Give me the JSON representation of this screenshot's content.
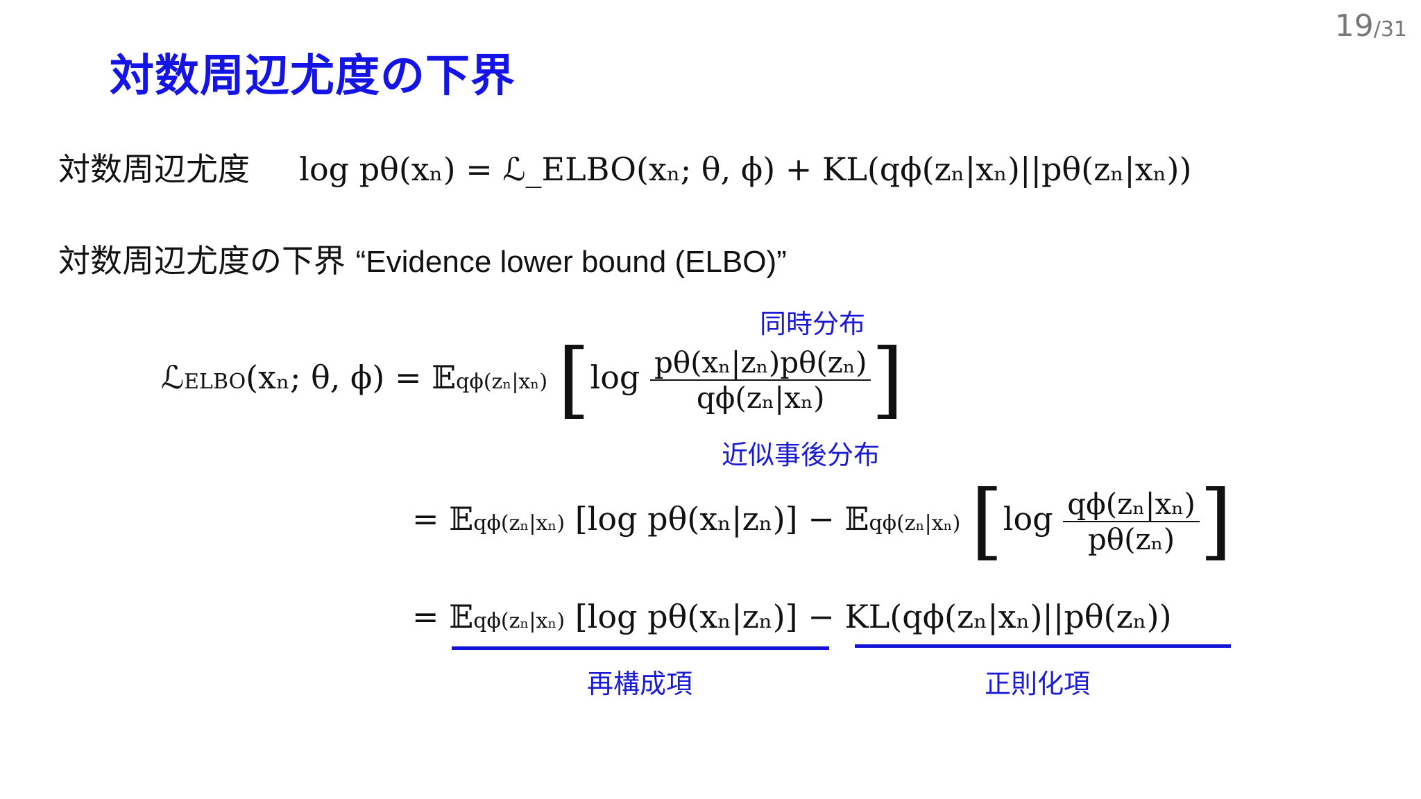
{
  "page": {
    "current": "19",
    "total": "/31"
  },
  "title": "対数周辺尤度の下界",
  "row1": {
    "label": "対数周辺尤度",
    "equation": "log pθ(xₙ) = ℒ_ELBO(xₙ; θ, ϕ) + KL(qϕ(zₙ|xₙ)||pθ(zₙ|xₙ))"
  },
  "row2": {
    "label": "対数周辺尤度の下界",
    "english": "“Evidence lower bound (ELBO)”"
  },
  "derivation": {
    "line1": {
      "lhs": "ℒ",
      "lhs_sub": "ELBO",
      "lhs_args": "(xₙ; θ, ϕ) = 𝔼",
      "expect_sub": "qϕ(zₙ|xₙ)",
      "log": "log",
      "frac_num": "pθ(xₙ|zₙ)pθ(zₙ)",
      "frac_den": "qϕ(zₙ|xₙ)"
    },
    "line2": {
      "a": "= 𝔼",
      "a_sub": "qϕ(zₙ|xₙ)",
      "b": "[log pθ(xₙ|zₙ)] − 𝔼",
      "b_sub": "qϕ(zₙ|xₙ)",
      "log": "log",
      "frac_num": "qϕ(zₙ|xₙ)",
      "frac_den": "pθ(zₙ)"
    },
    "line3": {
      "a": "= 𝔼",
      "a_sub": "qϕ(zₙ|xₙ)",
      "b": "[log pθ(xₙ|zₙ)] − KL(qϕ(zₙ|xₙ)||pθ(zₙ))"
    }
  },
  "annotations": {
    "joint": "同時分布",
    "approx_posterior": "近似事後分布",
    "reconstruction": "再構成項",
    "regularization": "正則化項"
  },
  "colors": {
    "title": "#1414e6",
    "annotation": "#1a1ad6",
    "underline": "#1414d8"
  }
}
